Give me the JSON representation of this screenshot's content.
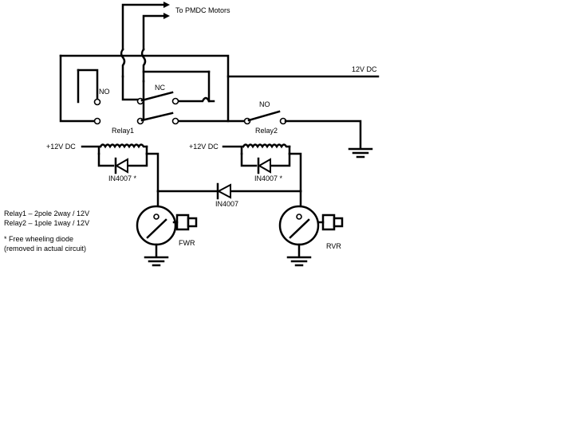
{
  "labels": {
    "motors": "To PMDC Motors",
    "supply_top": "12V DC",
    "relay1_no": "NO",
    "relay1_nc": "NC",
    "relay2_no": "NO",
    "relay1": "Relay1",
    "relay2": "Relay2",
    "plus12_left": "+12V DC",
    "plus12_right": "+12V DC",
    "diode_left": "IN4007 *",
    "diode_right": "IN4007 *",
    "diode_mid": "IN4007",
    "switch_fwd": "FWR",
    "switch_rev": "RVR"
  },
  "notes": {
    "line1": "Relay1 – 2pole  2way / 12V",
    "line2": "Relay2 – 1pole 1way / 12V",
    "line3": "* Free wheeling diode",
    "line4": "(removed in actual circuit)"
  },
  "icons": [
    "ground-icon",
    "diode-icon",
    "coil-icon",
    "pushbutton-switch-icon",
    "arrow-icon"
  ]
}
